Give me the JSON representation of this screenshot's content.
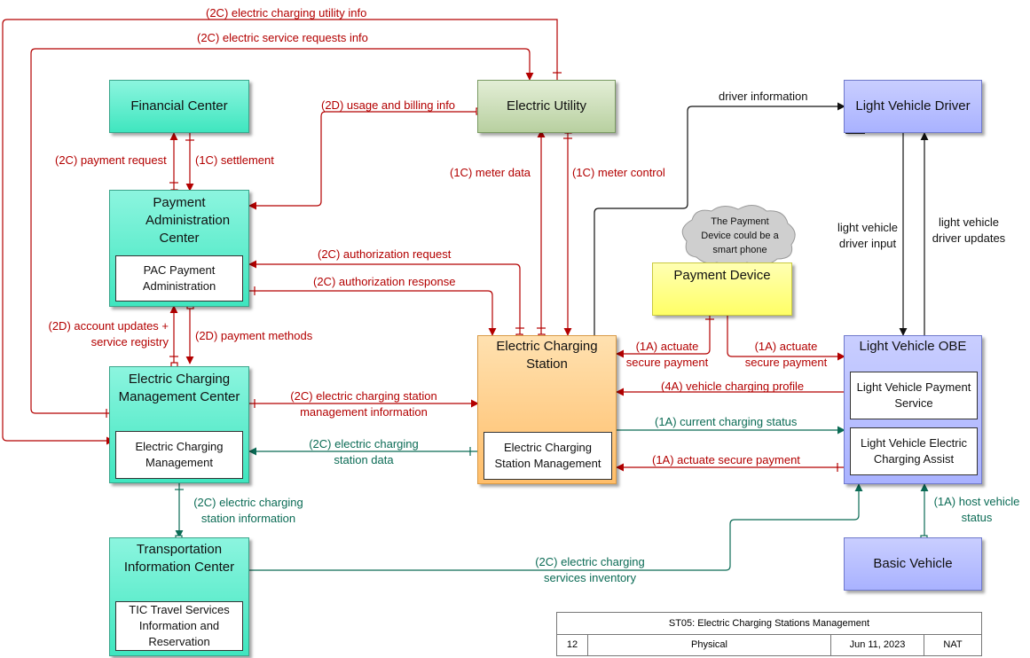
{
  "nodes": {
    "financial_center": "Financial Center",
    "electric_utility": "Electric Utility",
    "light_vehicle_driver": "Light Vehicle Driver",
    "payment_administration_center": "Payment Administration Center",
    "pac_payment_administration": "PAC Payment Administration",
    "payment_device": "Payment Device",
    "cloud_note": "The Payment Device could be a smart phone",
    "electric_charging_station": "Electric Charging Station",
    "ecs_station_management": "Electric Charging Station Management",
    "electric_charging_management_center": "Electric Charging Management Center",
    "ecmc_management": "Electric Charging Management",
    "light_vehicle_obe": "Light Vehicle OBE",
    "lv_payment_service": "Light Vehicle Payment Service",
    "lv_charging_assist": "Light Vehicle Electric Charging Assist",
    "transportation_information_center": "Transportation Information Center",
    "tic_travel_services": "TIC Travel Services Information and Reservation",
    "basic_vehicle": "Basic Vehicle"
  },
  "flows": {
    "utility_info": "(2C) electric charging utility info",
    "service_requests": "(2C) electric service requests info",
    "usage_billing": "(2D) usage and billing info",
    "driver_information": "driver information",
    "payment_request": "(2C) payment request",
    "settlement": "(1C) settlement",
    "meter_data": "(1C) meter data",
    "meter_control": "(1C) meter control",
    "lv_driver_input": "light vehicle driver input",
    "lv_driver_updates": "light vehicle driver updates",
    "authorization_request": "(2C) authorization request",
    "authorization_response": "(2C) authorization response",
    "account_updates": "(2D) account updates + service registry",
    "payment_methods": "(2D) payment methods",
    "actuate_secure_payment_left": "(1A) actuate secure payment",
    "actuate_secure_payment_right": "(1A) actuate secure payment",
    "vehicle_charging_profile": "(4A) vehicle charging profile",
    "station_mgmt_info": "(2C) electric charging station management information",
    "current_charging_status": "(1A) current charging status",
    "station_data": "(2C) electric charging station data",
    "actuate_secure_payment_obe": "(1A) actuate secure payment",
    "station_information": "(2C) electric charging station information",
    "host_vehicle_status": "(1A) host vehicle status",
    "services_inventory": "(2C) electric charging services inventory"
  },
  "title_block": {
    "title": "ST05: Electric Charging Stations Management",
    "number": "12",
    "view": "Physical",
    "date": "Jun 11, 2023",
    "org": "NAT"
  },
  "colors": {
    "center": "#5cefcc",
    "field": "#c8dcb4",
    "traveler": "#b4bcff",
    "vehicle": "#b4bcff",
    "station": "#ffcf8f",
    "personal": "#ffff88",
    "flow_red": "#b30000",
    "flow_green": "#0b6b55",
    "flow_black": "#111111"
  }
}
